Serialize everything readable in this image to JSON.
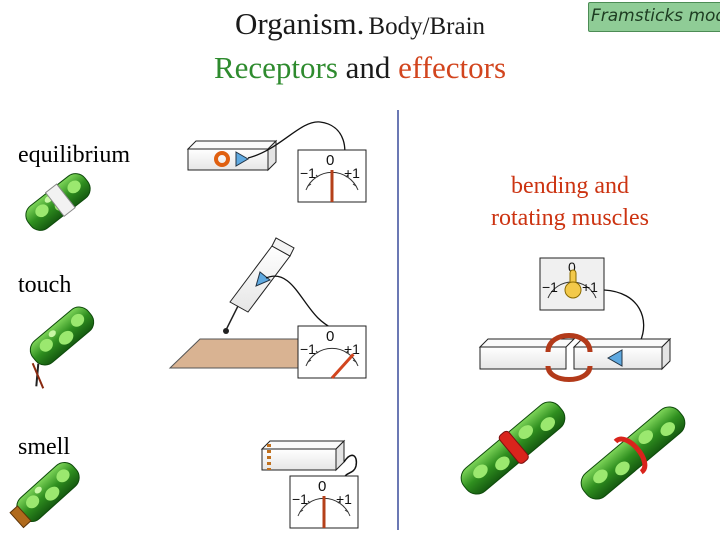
{
  "title": {
    "organism": "Organism.",
    "body_brain": "Body/Brain",
    "receptors": "Receptors",
    "and": "and",
    "effectors": "effectors"
  },
  "badge": "Framsticks mode",
  "sections": {
    "equilibrium": "equilibrium",
    "touch": "touch",
    "smell": "smell",
    "muscles_line1": "bending and",
    "muscles_line2": "rotating muscles"
  },
  "gauge": {
    "minus": "−1",
    "zero": "0",
    "plus": "+1"
  },
  "colors": {
    "receptors": "#2e8b2e",
    "effectors": "#d2451e",
    "divider": "#6b78b4",
    "badge_bg": "#8fcc96",
    "stick_green": "#2f8f1f",
    "needle": "#b5401a"
  },
  "readings": {
    "equilibrium": 0,
    "touch": 0.7,
    "smell": 0,
    "muscle": 0
  }
}
